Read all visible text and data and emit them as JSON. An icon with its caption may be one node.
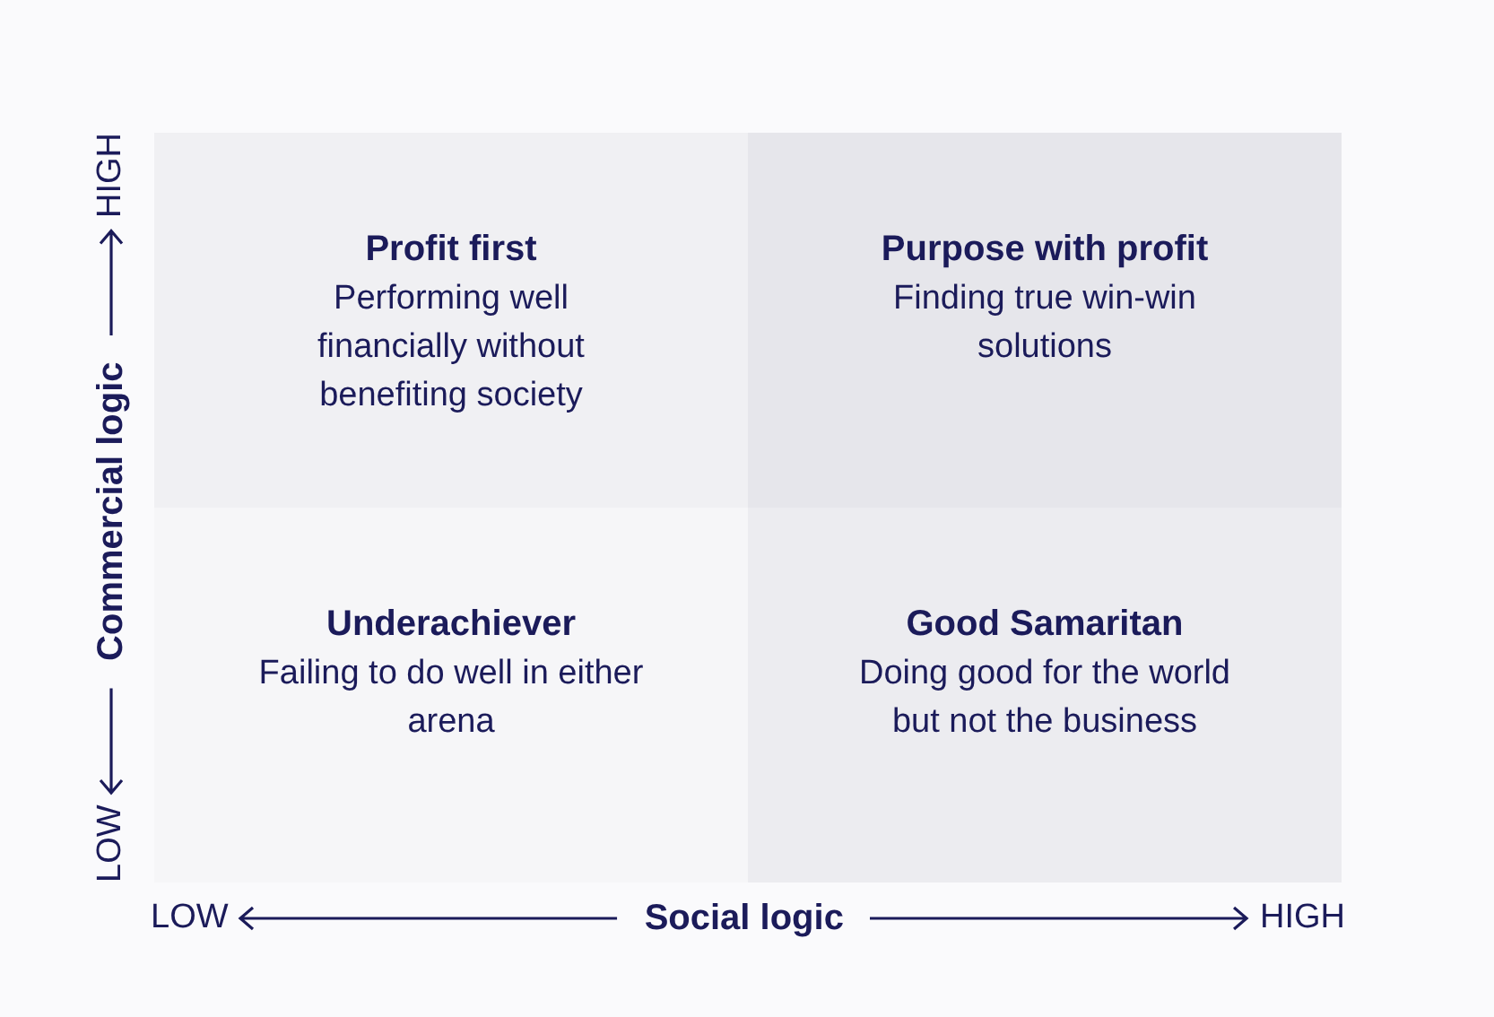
{
  "diagram": {
    "nodes": [
      {
        "text": [
          "Profit first",
          "Performing well financially without benefiting society"
        ]
      },
      {
        "text": [
          "Purpose with profit",
          "Finding true win-win solutions"
        ]
      },
      {
        "text": [
          "Underachiever",
          "Failing to do well in either arena"
        ]
      },
      {
        "text": [
          "Good Samaritan",
          "Doing good for the world but not the business"
        ]
      }
    ],
    "labels": [
      "LOW",
      "Commercial logic",
      "HIGH",
      "LOW",
      "Social logic",
      "HIGH"
    ]
  }
}
